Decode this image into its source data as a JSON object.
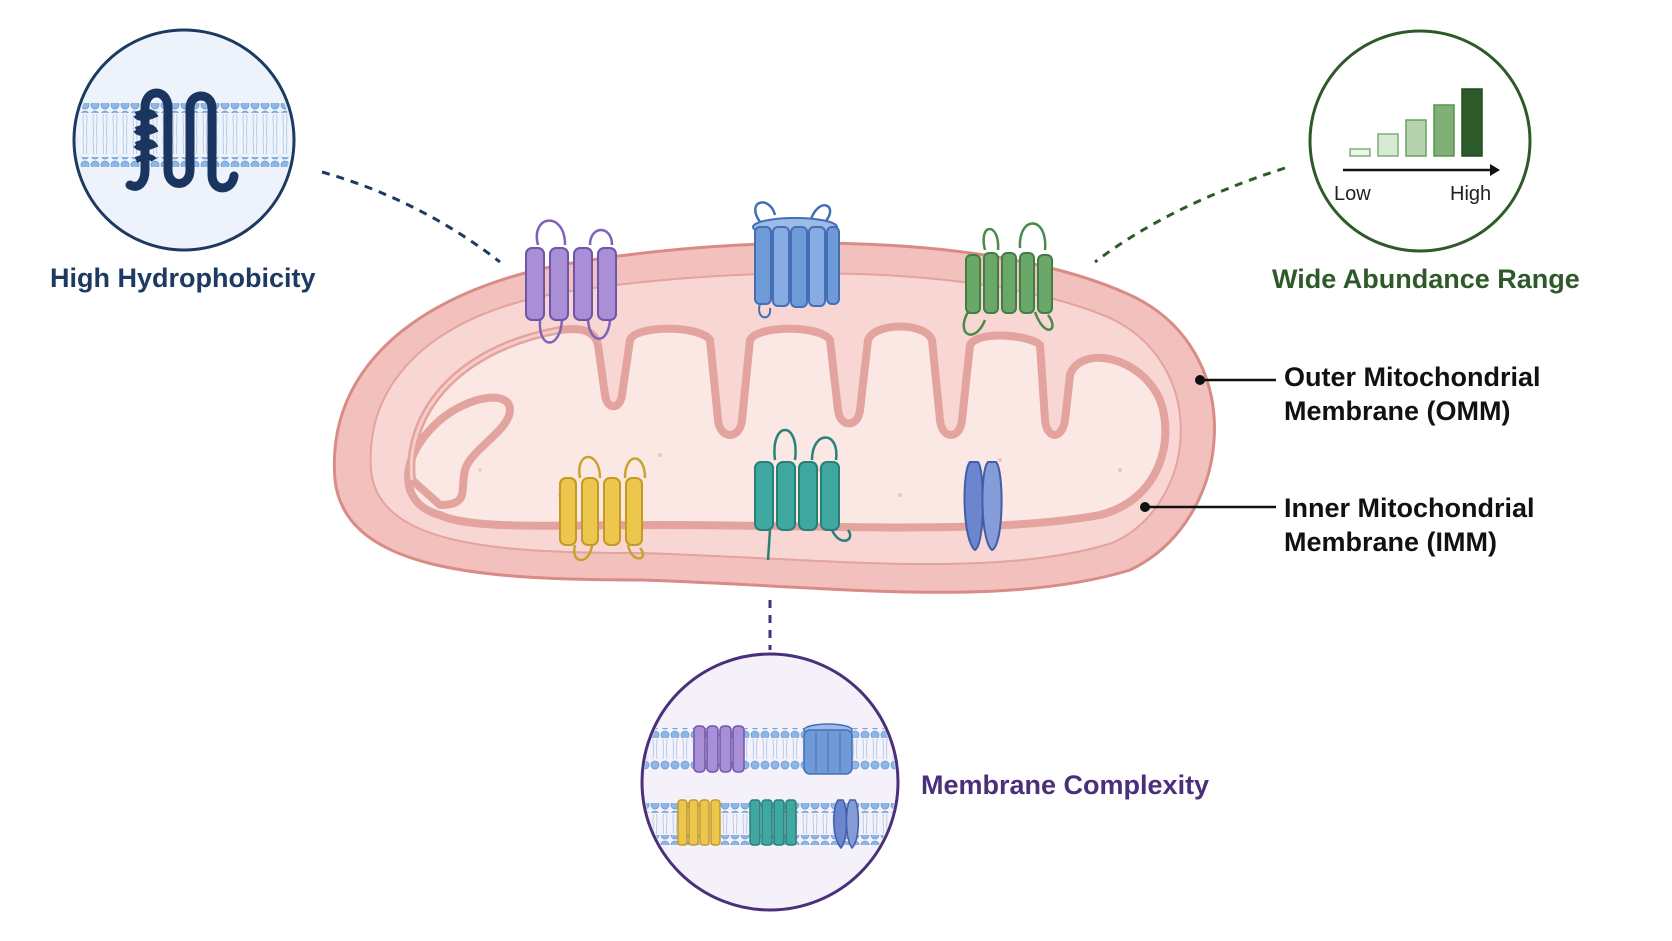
{
  "labels": {
    "hydrophobicity": "High Hydrophobicity",
    "abundance": "Wide Abundance Range",
    "complexity": "Membrane Complexity",
    "omm_line1": "Outer Mitochondrial",
    "omm_line2": "Membrane (OMM)",
    "imm_line1": "Inner Mitochondrial",
    "imm_line2": "Membrane (IMM)"
  },
  "abundance_axis": {
    "low": "Low",
    "high": "High"
  },
  "colors": {
    "hydrophobicity": "#1d3a63",
    "abundance": "#2e5a2a",
    "complexity": "#4a2f7a",
    "membrane": "#e8a4a0",
    "matrix": "#fbe4e1",
    "lipid": "#8fb7e3",
    "protein_purple": "#a98fd6",
    "protein_blue": "#6f9ad8",
    "protein_green": "#6aa86a",
    "protein_yellow": "#edc64e",
    "protein_teal": "#3fa8a0",
    "protein_indigo": "#6b86cf"
  },
  "icons": [
    "transmembrane-helix-icon",
    "bar-gradient-icon",
    "membrane-cross-section-icon"
  ]
}
